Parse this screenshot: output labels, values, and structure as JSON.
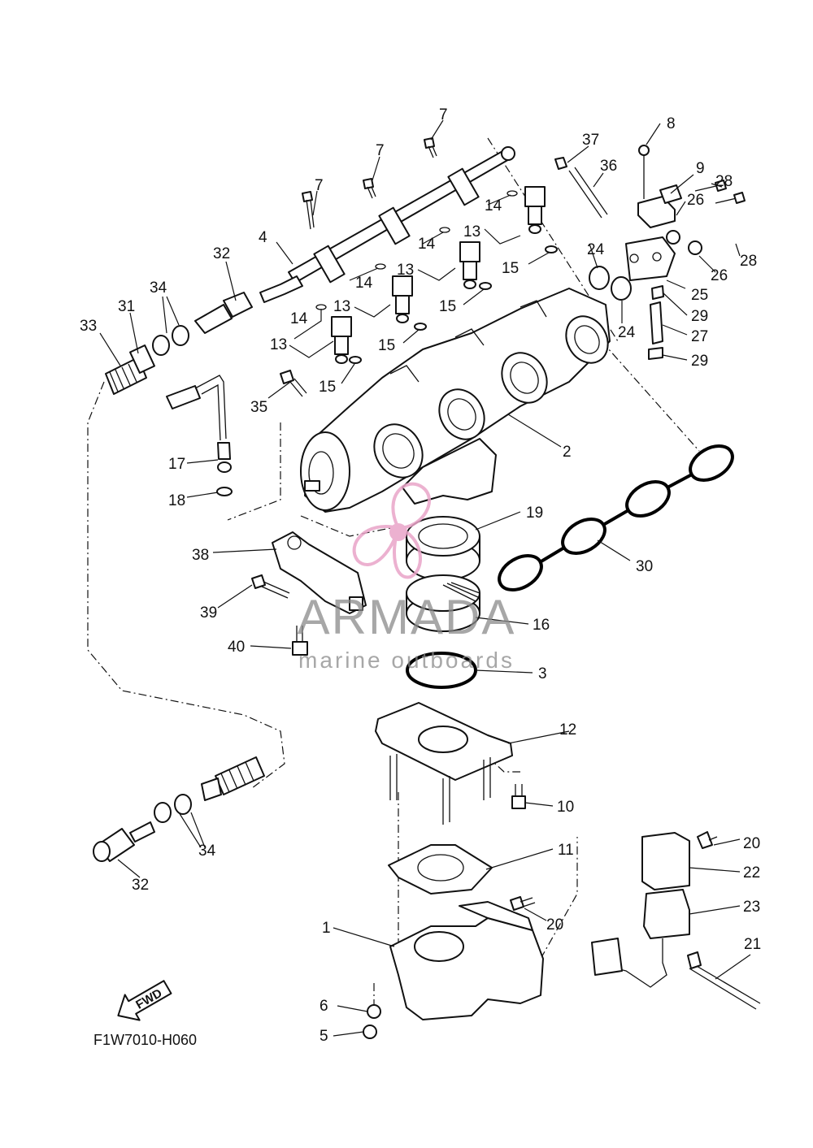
{
  "diagram_code": "F1W7010-H060",
  "watermark": {
    "brand": "ARMADA",
    "tagline": "marine outboards",
    "logo_color": "#e9a4c8",
    "text_color": "#8a8a8a"
  },
  "fwd_arrow": {
    "label": "FWD"
  },
  "callouts": {
    "n1": "1",
    "n2": "2",
    "n3": "3",
    "n4": "4",
    "n5": "5",
    "n6": "6",
    "n7a": "7",
    "n7b": "7",
    "n7c": "7",
    "n8": "8",
    "n9": "9",
    "n10": "10",
    "n11": "11",
    "n12": "12",
    "n13a": "13",
    "n13b": "13",
    "n13c": "13",
    "n13d": "13",
    "n14a": "14",
    "n14b": "14",
    "n14c": "14",
    "n14d": "14",
    "n15a": "15",
    "n15b": "15",
    "n15c": "15",
    "n15d": "15",
    "n16": "16",
    "n17": "17",
    "n18": "18",
    "n19": "19",
    "n20a": "20",
    "n20b": "20",
    "n21": "21",
    "n22": "22",
    "n23": "23",
    "n24a": "24",
    "n24b": "24",
    "n25": "25",
    "n26a": "26",
    "n26b": "26",
    "n27": "27",
    "n28a": "28",
    "n28b": "28",
    "n29a": "29",
    "n29b": "29",
    "n30": "30",
    "n31": "31",
    "n32a": "32",
    "n32b": "32",
    "n33": "33",
    "n34a": "34",
    "n34b": "34",
    "n35": "35",
    "n36": "36",
    "n37": "37",
    "n38": "38",
    "n39": "39",
    "n40": "40"
  }
}
